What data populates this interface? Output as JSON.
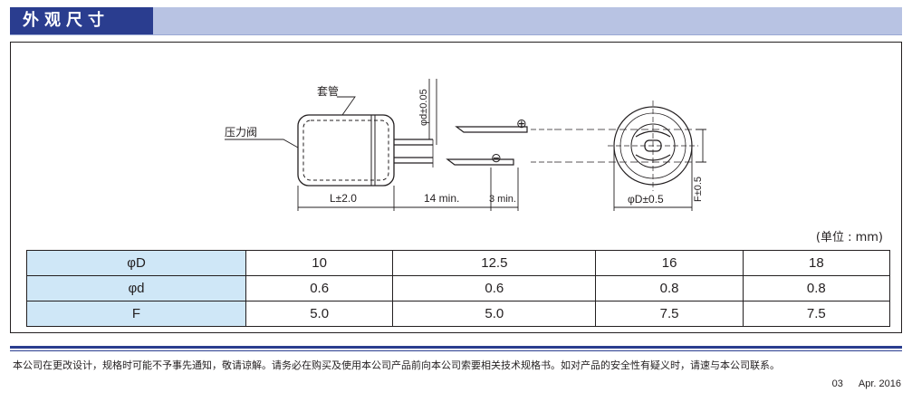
{
  "section": {
    "title": "外观尺寸"
  },
  "drawing": {
    "labels": {
      "sleeve": "套管",
      "pressure_valve": "压力阀",
      "lead_dia": "φd±0.05",
      "length": "L±2.0",
      "lead_min": "14 min.",
      "end_min": "3 min.",
      "body_dia": "φD±0.5",
      "pitch": "F±0.5",
      "plus": "⊕",
      "minus": "⊖"
    }
  },
  "table": {
    "unit_note": "(单位 : mm)",
    "rows": [
      {
        "label": "φD",
        "values": [
          "10",
          "12.5",
          "16",
          "18"
        ]
      },
      {
        "label": "φd",
        "values": [
          "0.6",
          "0.6",
          "0.8",
          "0.8"
        ]
      },
      {
        "label": "F",
        "values": [
          "5.0",
          "5.0",
          "7.5",
          "7.5"
        ]
      }
    ]
  },
  "footer": {
    "disclaimer": "本公司在更改设计，规格时可能不予事先通知，敬请谅解。请务必在购买及使用本公司产品前向本公司索要相关技术规格书。如对产品的安全性有疑义时，请速与本公司联系。",
    "page_number": "03",
    "date": "Apr. 2016"
  }
}
